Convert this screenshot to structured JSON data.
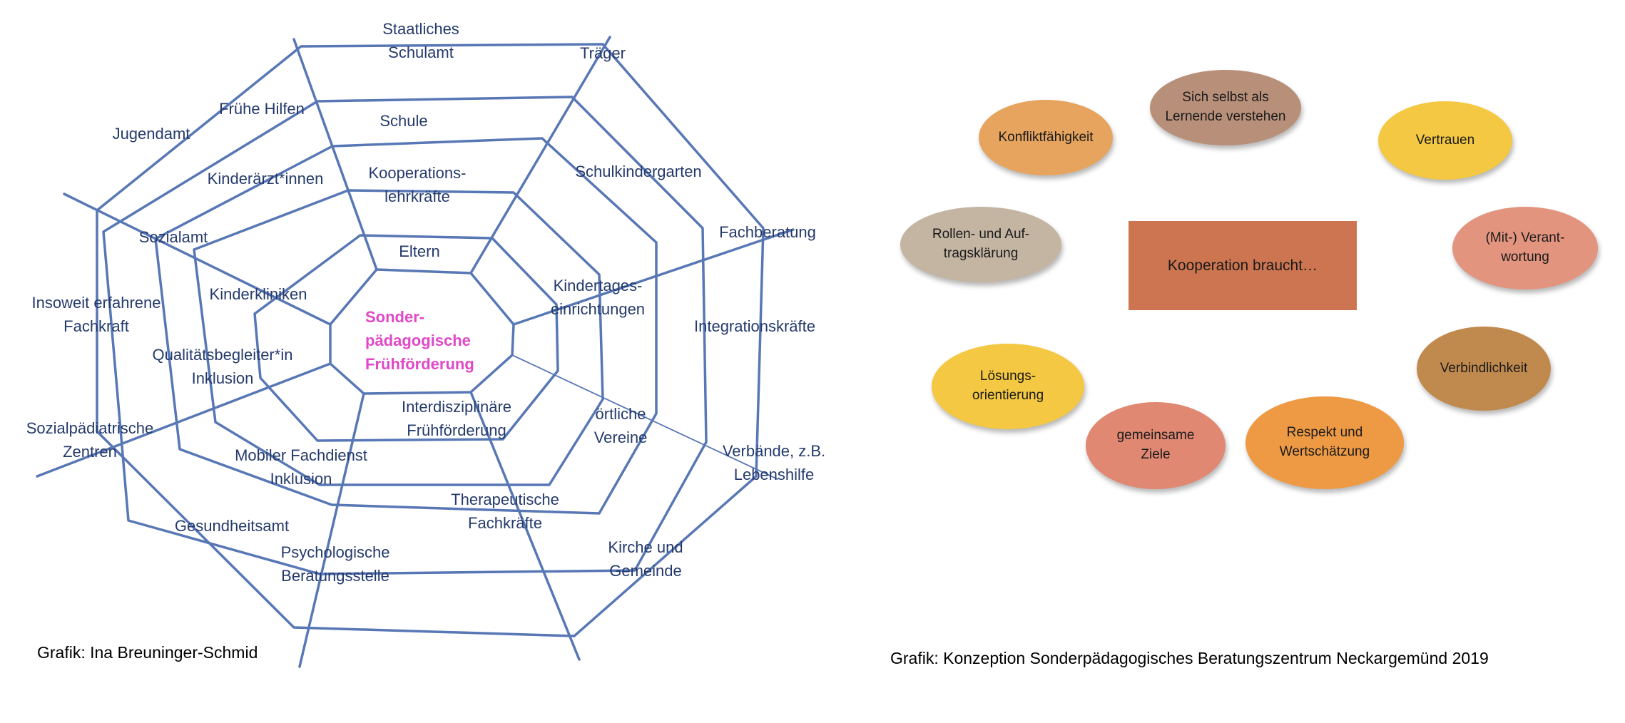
{
  "spider_web": {
    "center": "Sonder-\npädagogische\nFrühförderung",
    "labels": [
      {
        "text": "Staatliches\nSchulamt"
      },
      {
        "text": "Träger"
      },
      {
        "text": "Frühe Hilfen"
      },
      {
        "text": "Schule"
      },
      {
        "text": "Jugendamt"
      },
      {
        "text": "Kinderärzt*innen"
      },
      {
        "text": "Kooperations-\nlehrkräfte"
      },
      {
        "text": "Schulkindergarten"
      },
      {
        "text": "Sozialamt"
      },
      {
        "text": "Eltern"
      },
      {
        "text": "Fachberatung"
      },
      {
        "text": "Insoweit erfahrene\nFachkraft"
      },
      {
        "text": "Kinderkliniken"
      },
      {
        "text": "Kindertages-\neinrichtungen"
      },
      {
        "text": "Integrationskräfte"
      },
      {
        "text": "Qualitätsbegleiter*in\nInklusion"
      },
      {
        "text": "Interdisziplinäre\nFrühförderung"
      },
      {
        "text": "örtliche\nVereine"
      },
      {
        "text": "Sozialpädiatrische\nZentren"
      },
      {
        "text": "Mobiler Fachdienst\nInklusion"
      },
      {
        "text": "Verbände, z.B.\nLebenshilfe"
      },
      {
        "text": "Therapeutische\nFachkräfte"
      },
      {
        "text": "Gesundheitsamt"
      },
      {
        "text": "Psychologische\nBeratungsstelle"
      },
      {
        "text": "Kirche und\nGemeinde"
      }
    ]
  },
  "caption_left": "Grafik: Ina Breuninger-Schmid",
  "cooperation": {
    "center": "Kooperation  braucht…",
    "bubbles": [
      {
        "text": "Sich selbst als\nLernende verstehen",
        "color": "#b8907a"
      },
      {
        "text": "Konfliktfähigkeit",
        "color": "#e6a45e"
      },
      {
        "text": "Vertrauen",
        "color": "#f4c842"
      },
      {
        "text": "Rollen- und Auf-\ntragsklärung",
        "color": "#c4b5a3"
      },
      {
        "text": "(Mit-) Verant-\nwortung",
        "color": "#e2947e"
      },
      {
        "text": "Verbindlichkeit",
        "color": "#c08a4e"
      },
      {
        "text": "Lösungs-\norientierung",
        "color": "#f4c842"
      },
      {
        "text": "gemeinsame\nZiele",
        "color": "#e08872"
      },
      {
        "text": "Respekt und\nWertschätzung",
        "color": "#ee9a44"
      }
    ]
  },
  "caption_right": "Grafik: Konzeption Sonderpädagogisches Beratungszentrum Neckargemünd 2019"
}
